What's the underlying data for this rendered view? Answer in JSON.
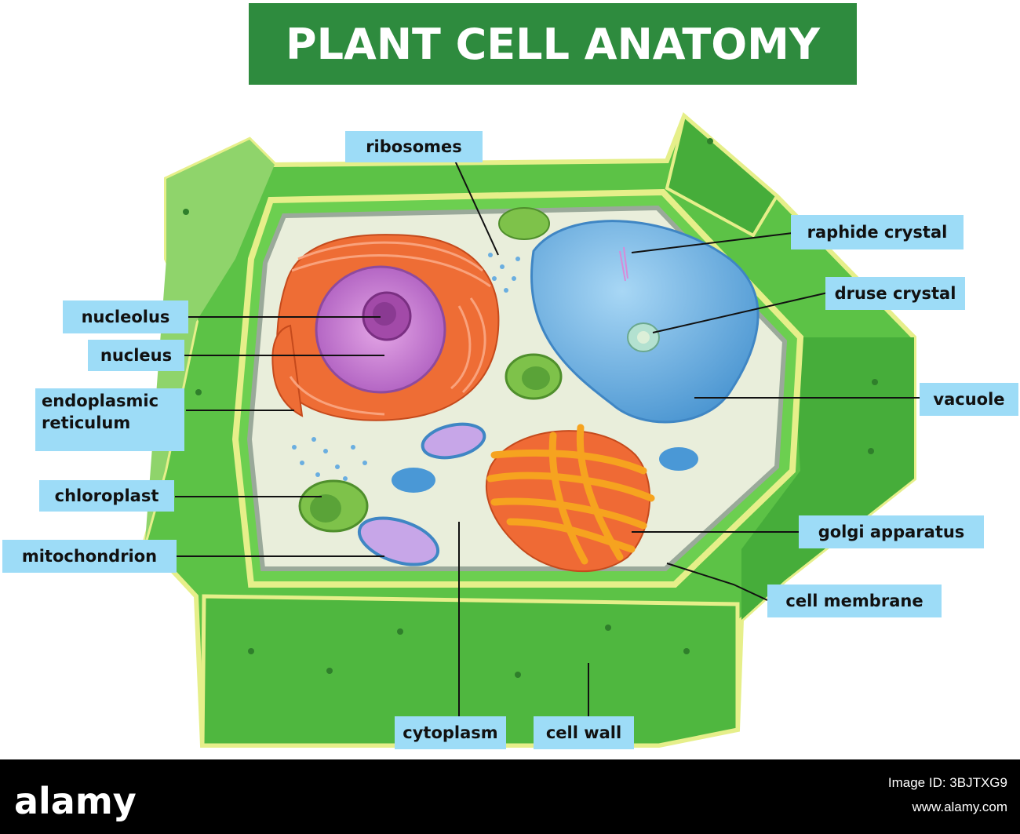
{
  "title": "PLANT CELL ANATOMY",
  "colors": {
    "title_bg": "#2e8b3e",
    "label_bg": "#9ddcf7",
    "cell_wall": "#5cc246",
    "cell_wall_dark": "#3f9e3a",
    "cell_wall_edge": "#e6ef8a",
    "cytoplasm": "#e9eedb",
    "nucleus": "#c76bc7",
    "er": "#ee6d35",
    "vacuole": "#6fb0e0",
    "golgi": "#f6a31f",
    "chloroplast": "#7ec24a",
    "mitochondrion": "#c7a6e8"
  },
  "labels": {
    "ribosomes": "ribosomes",
    "raphide_crystal": "raphide crystal",
    "druse_crystal": "druse crystal",
    "nucleolus": "nucleolus",
    "nucleus": "nucleus",
    "endoplasmic_reticulum_line1": "endoplasmic",
    "endoplasmic_reticulum_line2": "reticulum",
    "vacuole": "vacuole",
    "chloroplast": "chloroplast",
    "mitochondrion": "mitochondrion",
    "golgi_apparatus": "golgi apparatus",
    "cell_membrane": "cell membrane",
    "cytoplasm": "cytoplasm",
    "cell_wall": "cell wall"
  },
  "footer": {
    "brand": "alamy",
    "image_id": "Image ID: 3BJTXG9",
    "url": "www.alamy.com"
  }
}
